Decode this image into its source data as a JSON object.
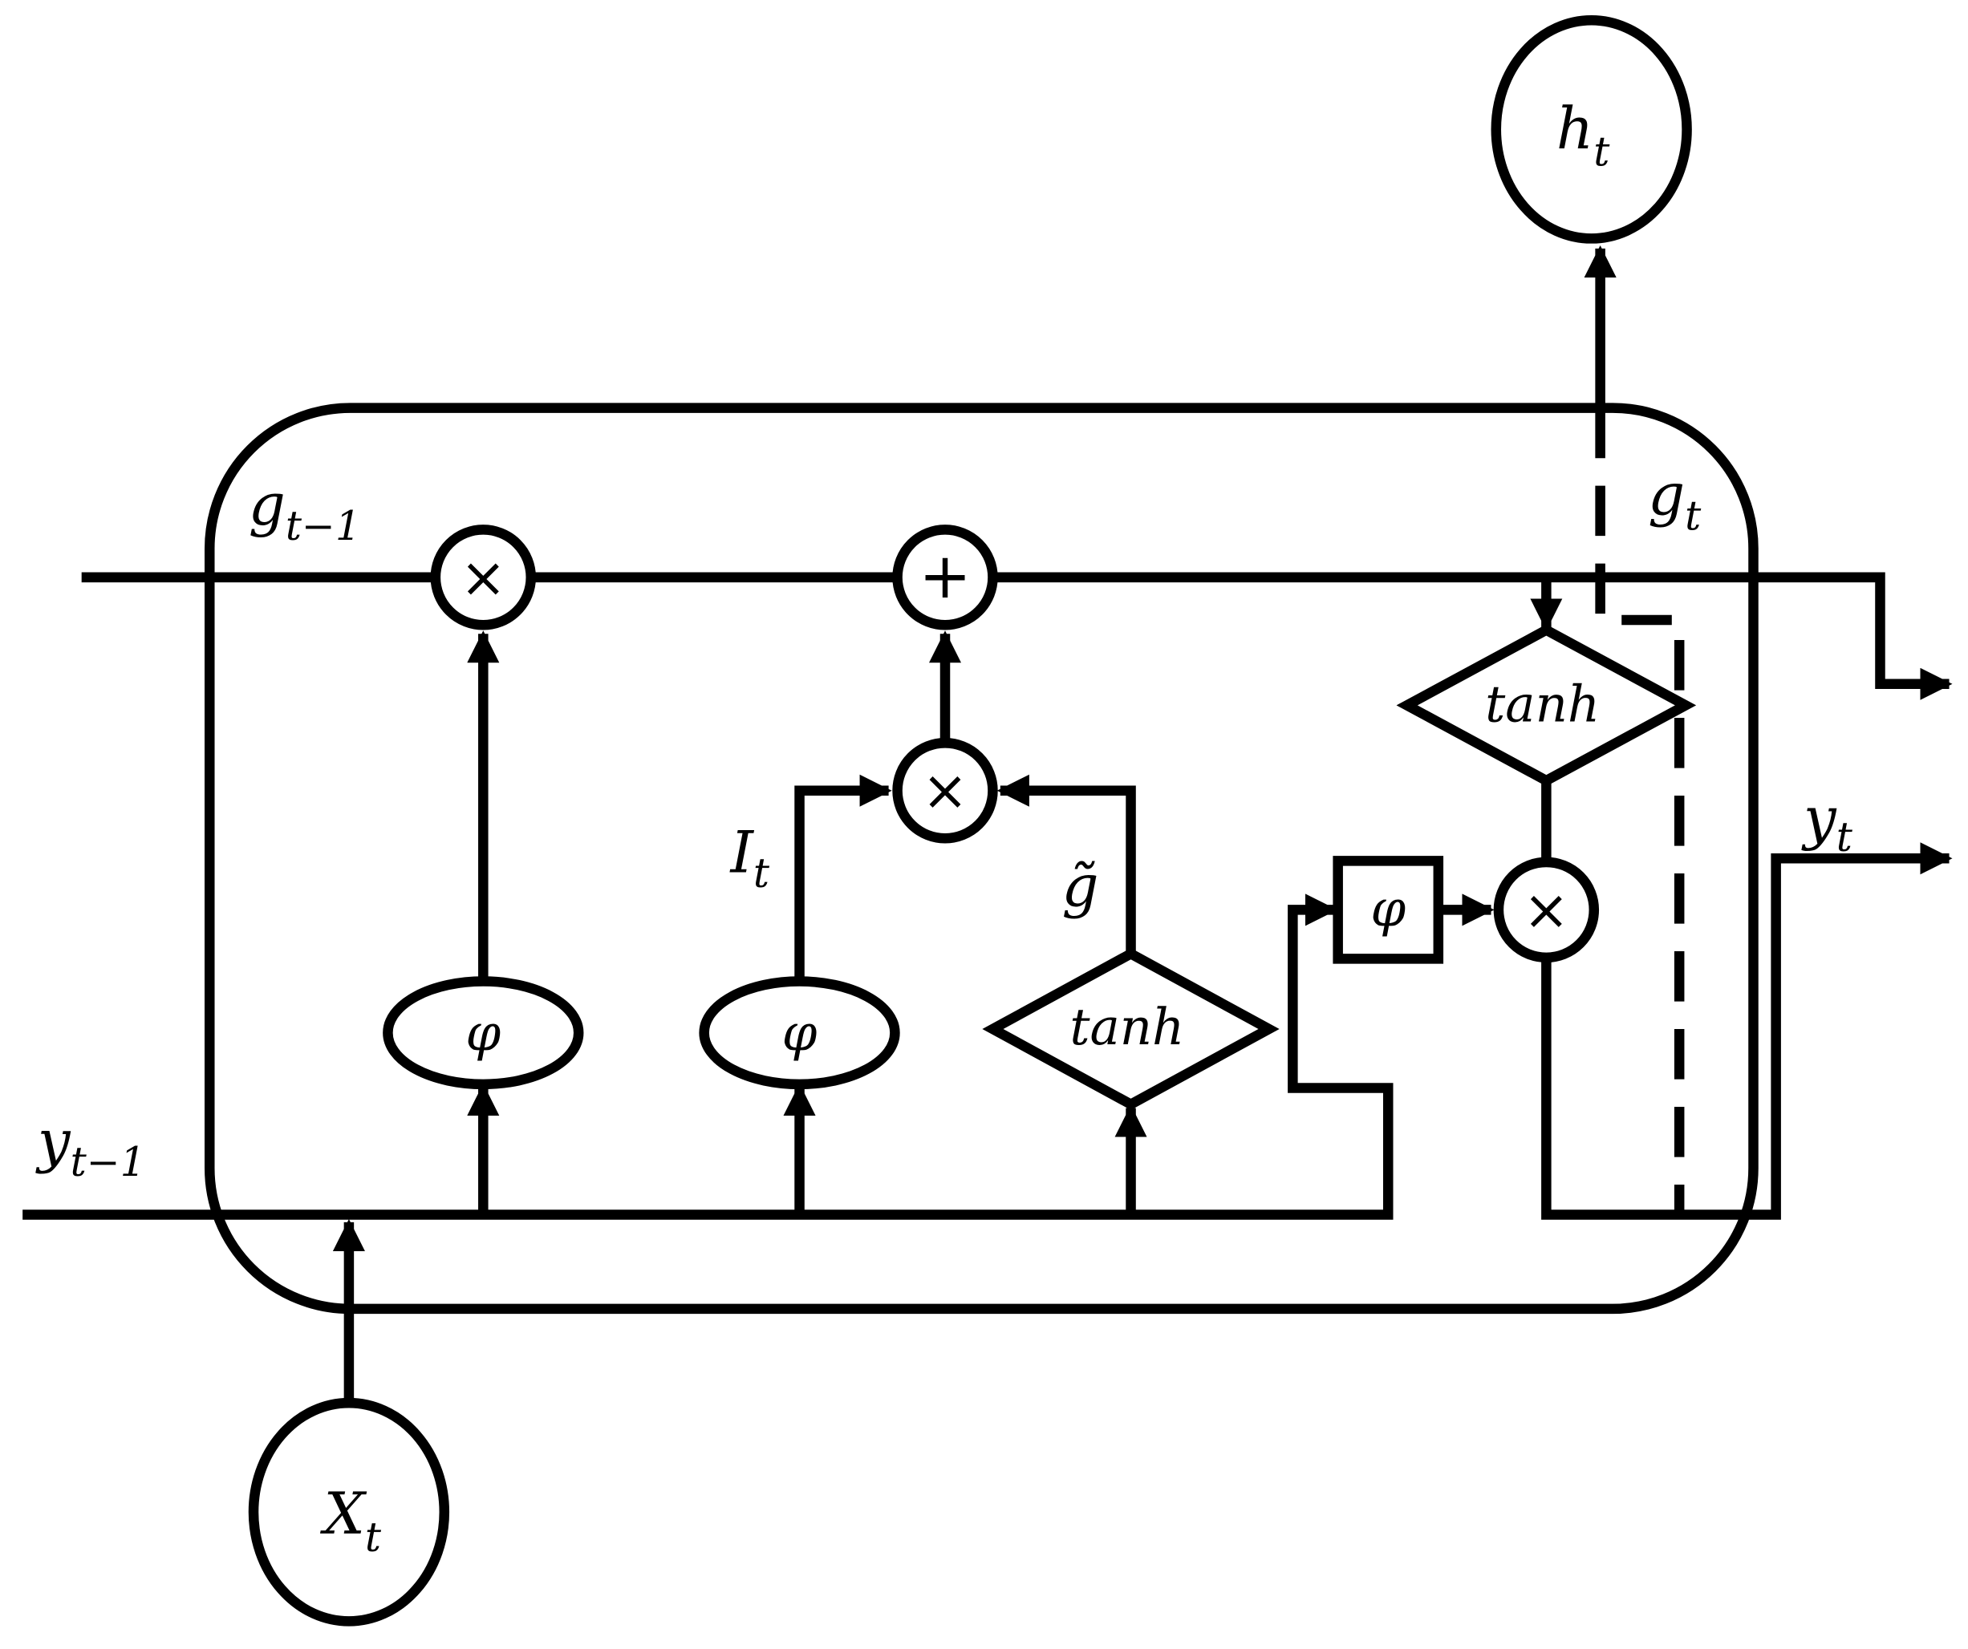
{
  "labels": {
    "g_prev": {
      "base": "g",
      "sub": "t−1"
    },
    "y_prev": {
      "base": "y",
      "sub": "t−1"
    },
    "g_t": {
      "base": "g",
      "sub": "t"
    },
    "y_t": {
      "base": "y",
      "sub": "t"
    },
    "h_t": {
      "base": "h",
      "sub": "t"
    },
    "x_t": {
      "base": "X",
      "sub": "t"
    },
    "i_t": {
      "base": "I",
      "sub": "t"
    },
    "g_tilde": "g̃"
  },
  "ops": {
    "multiply": "×",
    "add": "+",
    "phi": "φ",
    "tanh": "tanh"
  }
}
